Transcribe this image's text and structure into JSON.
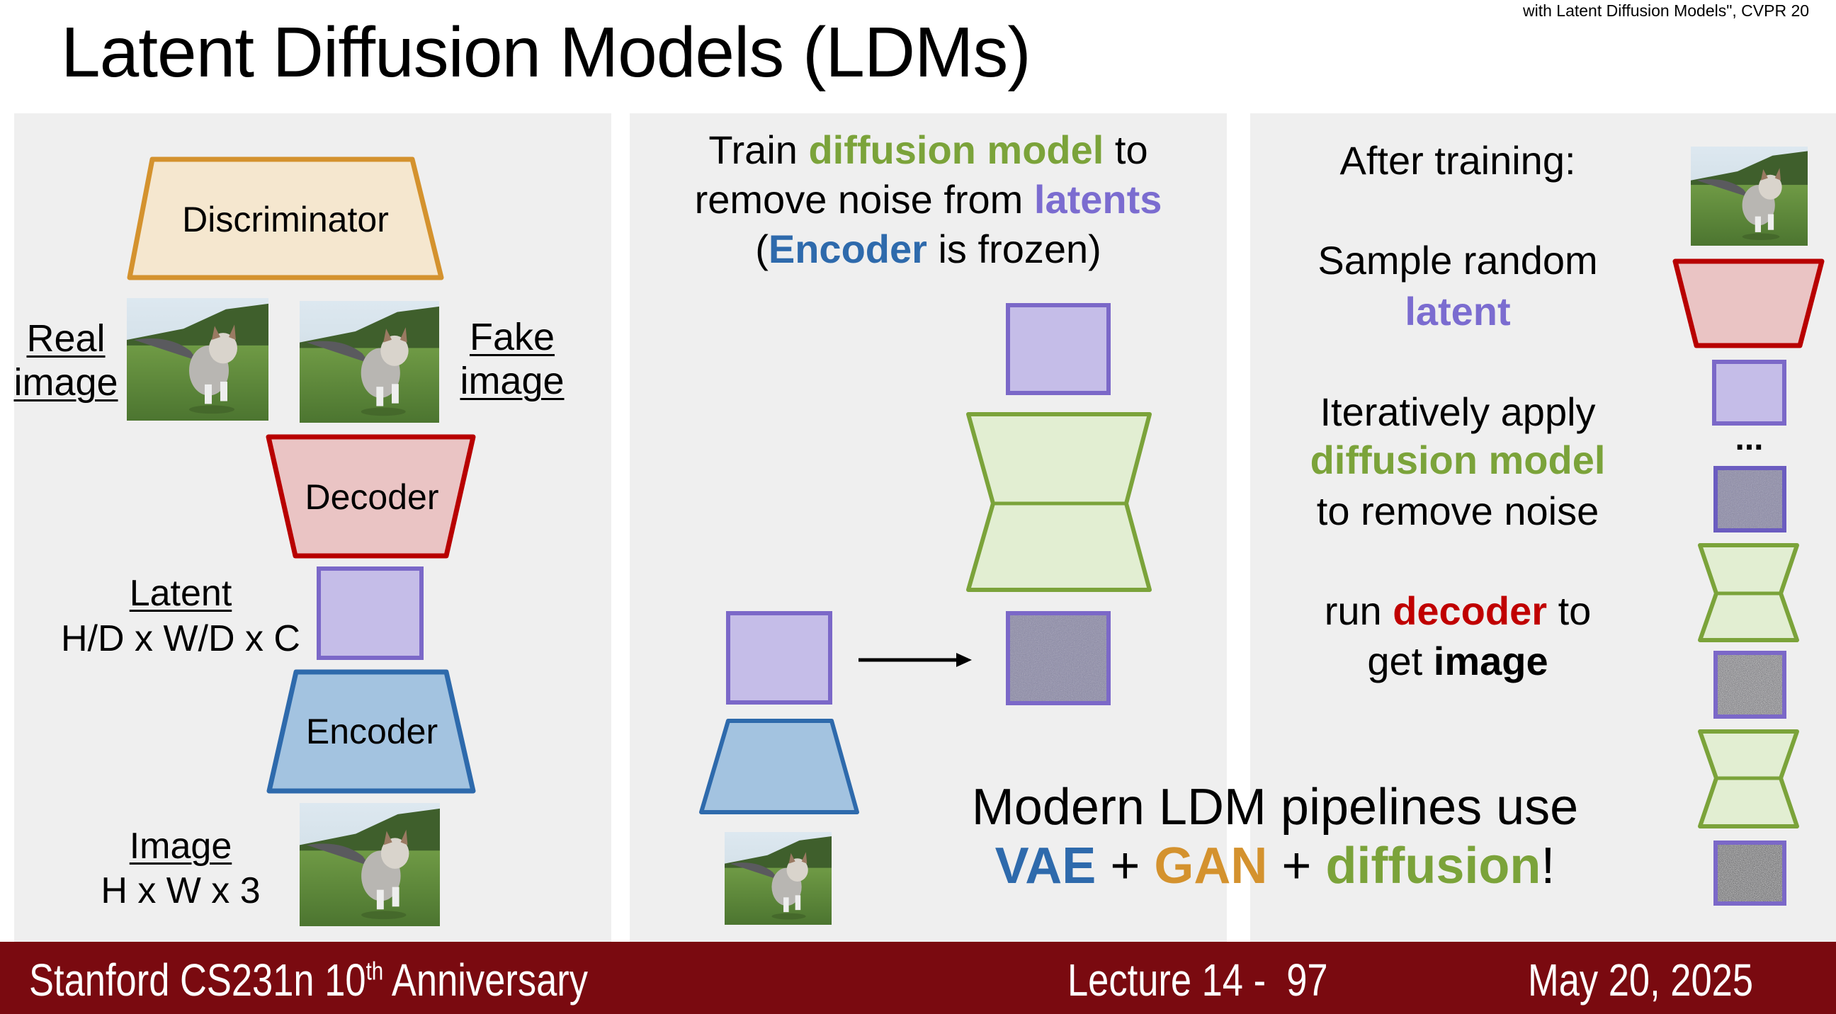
{
  "title": "Latent Diffusion Models (LDMs)",
  "citation": "with Latent Diffusion Models\", CVPR 20",
  "colors": {
    "green": "#7ba33a",
    "purple": "#7b6cd0",
    "blue": "#2e6aac",
    "orange": "#d4922e",
    "red": "#c00000",
    "footer": "#7a0a10"
  },
  "left_panel": {
    "discriminator": "Discriminator",
    "real_label": [
      "Real",
      "image"
    ],
    "fake_label": [
      "Fake",
      "image"
    ],
    "decoder": "Decoder",
    "latent_label": "Latent",
    "latent_dims": "H/D x W/D x C",
    "encoder": "Encoder",
    "image_label": "Image",
    "image_dims": "H x W x 3"
  },
  "middle_panel": {
    "line1": {
      "a": "Train ",
      "b": "diffusion model",
      "c": " to"
    },
    "line2": {
      "a": "remove noise from ",
      "b": "latents"
    },
    "line3": {
      "a": "(",
      "b": "Encoder",
      "c": " is frozen)"
    },
    "modern_line1": "Modern LDM pipelines use",
    "modern_line2": {
      "vae": "VAE",
      "plus1": " + ",
      "gan": "GAN",
      "plus2": " + ",
      "diffusion": "diffusion",
      "end": "!"
    }
  },
  "right_panel": {
    "after_training": "After training:",
    "sample": "Sample random",
    "latent": "latent",
    "iter1": "Iteratively apply",
    "iter2": "diffusion model",
    "iter3": "to remove noise",
    "run_a": "run ",
    "run_b": "decoder",
    "run_c": " to",
    "get_a": "get ",
    "get_b": "image",
    "ellipsis": "..."
  },
  "footer": {
    "course": "Stanford CS231n 10",
    "course_sup": "th",
    "course_end": " Anniversary",
    "lecture": "Lecture 14 -  97",
    "date": "May 20, 2025"
  }
}
